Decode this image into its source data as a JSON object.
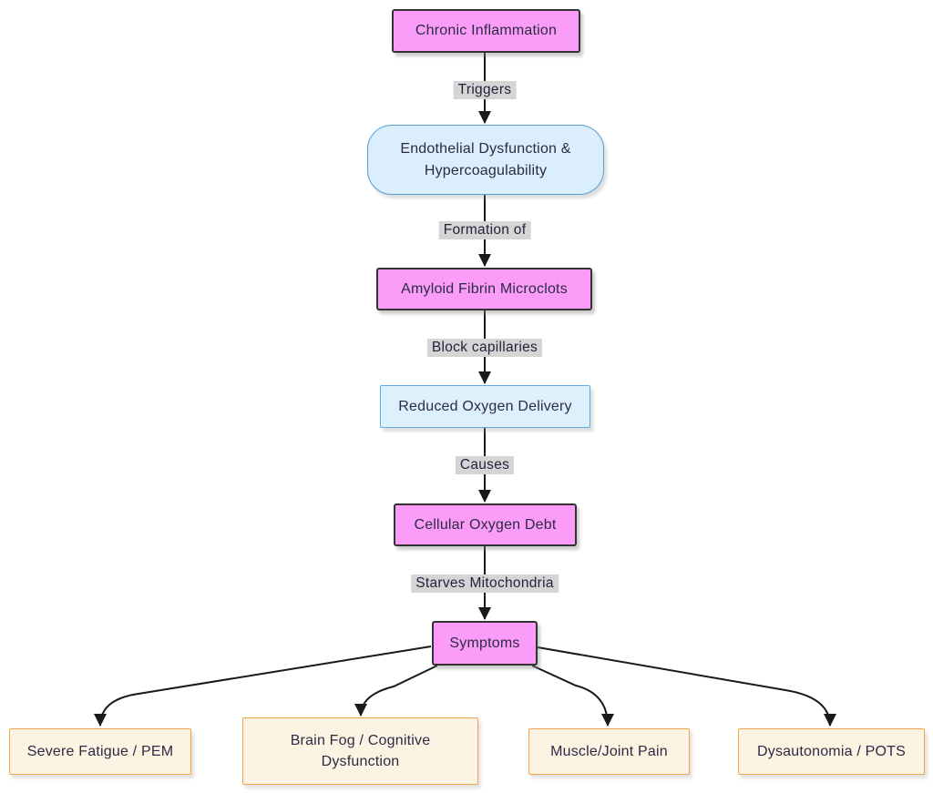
{
  "diagram": {
    "type": "flowchart",
    "direction": "top-down",
    "nodes": {
      "chronic_inflammation": {
        "label": "Chronic Inflammation",
        "style": "pink"
      },
      "endothelial_dysfunction": {
        "label": "Endothelial Dysfunction & Hypercoagulability",
        "style": "blue-rounded"
      },
      "amyloid_microclots": {
        "label": "Amyloid Fibrin Microclots",
        "style": "pink"
      },
      "reduced_oxygen": {
        "label": "Reduced Oxygen Delivery",
        "style": "blue"
      },
      "cellular_oxygen_debt": {
        "label": "Cellular Oxygen Debt",
        "style": "pink"
      },
      "symptoms": {
        "label": "Symptoms",
        "style": "pink"
      },
      "severe_fatigue": {
        "label": "Severe Fatigue / PEM",
        "style": "orange"
      },
      "brain_fog": {
        "label": "Brain Fog / Cognitive Dysfunction",
        "style": "orange"
      },
      "muscle_joint_pain": {
        "label": "Muscle/Joint Pain",
        "style": "orange"
      },
      "dysautonomia": {
        "label": "Dysautonomia / POTS",
        "style": "orange"
      }
    },
    "edges": {
      "triggers": {
        "label": "Triggers",
        "from": "chronic_inflammation",
        "to": "endothelial_dysfunction"
      },
      "formation_of": {
        "label": "Formation of",
        "from": "endothelial_dysfunction",
        "to": "amyloid_microclots"
      },
      "block_capillaries": {
        "label": "Block capillaries",
        "from": "amyloid_microclots",
        "to": "reduced_oxygen"
      },
      "causes": {
        "label": "Causes",
        "from": "reduced_oxygen",
        "to": "cellular_oxygen_debt"
      },
      "starves_mitochondria": {
        "label": "Starves Mitochondria",
        "from": "cellular_oxygen_debt",
        "to": "symptoms"
      },
      "to_severe_fatigue": {
        "label": "",
        "from": "symptoms",
        "to": "severe_fatigue"
      },
      "to_brain_fog": {
        "label": "",
        "from": "symptoms",
        "to": "brain_fog"
      },
      "to_muscle_joint_pain": {
        "label": "",
        "from": "symptoms",
        "to": "muscle_joint_pain"
      },
      "to_dysautonomia": {
        "label": "",
        "from": "symptoms",
        "to": "dysautonomia"
      }
    },
    "colors": {
      "pink_fill": "#fb9df8",
      "pink_border": "#333333",
      "blue_fill": "#daeefb",
      "blue_border": "#55a0d9",
      "orange_fill": "#fdf3e3",
      "orange_border": "#f2a44c",
      "edge_label_background": "#d5d5d5",
      "text": "#2b2b44",
      "line": "#1a1a1a",
      "background": "#ffffff"
    }
  }
}
